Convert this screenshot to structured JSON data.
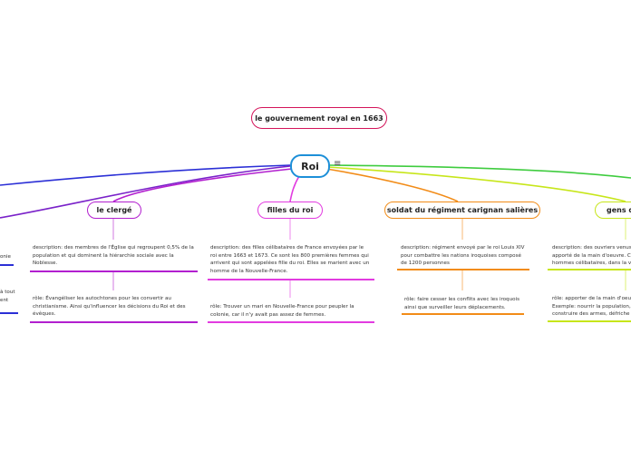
{
  "title": "le gouvernement royal en 1663",
  "root": "Roi",
  "menu_glyph": "≡",
  "colors": {
    "title": "#d4145a",
    "root": "#1d8fd8",
    "left_blue": "#2b2fd6",
    "left_violet": "#7a22c9",
    "clerge": "#b21fcf",
    "filles": "#e23be0",
    "soldat": "#f28c18",
    "gens": "#c7e61a",
    "far_right": "#3fcc3f"
  },
  "branches": {
    "clerge": {
      "label": "le clergé",
      "description": [
        "description: des membres de l'Église qui regroupent 0,5% de la",
        "population et qui dominent la hiérarchie sociale avec la",
        "Noblesse."
      ],
      "role": [
        "rôle: Évangéliser les autochtones pour les convertir au",
        "christianisme. Ainsi qu'influencer les décisions du Roi et des",
        "évêques."
      ]
    },
    "filles": {
      "label": "filles du roi",
      "description": [
        "description: des filles célibataires de France envoyées par le",
        "roi entre 1663 et 1673. Ce sont les 800 premières femmes qui",
        "arrivent qui sont appelées fille du roi. Elles se marient avec un",
        "homme de la Nouvelle-France."
      ],
      "role": [
        "rôle: Trouver un mari en Nouvelle-France pour peupler la",
        "colonie, car il n'y avait pas assez de femmes."
      ]
    },
    "soldat": {
      "label": "soldat du régiment carignan salières",
      "description": [
        "description: régiment envoyé par le roi Louis XIV",
        "pour combattre les nations iroquoises composé",
        "de 1200 personnes"
      ],
      "role": [
        "rôle: faire cesser les conflits avec les iroquois",
        "ainsi que surveiller leurs déplacements."
      ]
    },
    "gens": {
      "label": "gens de",
      "description": [
        "description:  des ouvriers venus",
        "apporté de la main d'oeuvre. Ce",
        "hommes célibataires, dans la v"
      ],
      "role": [
        "rôle:  apporter de la main d'oeu",
        "Exemple: nourrir la population, b",
        "construire des armes,  défriche"
      ]
    },
    "left_partial": {
      "top": "onie",
      "bottom": [
        "à tout",
        "ent"
      ]
    }
  }
}
